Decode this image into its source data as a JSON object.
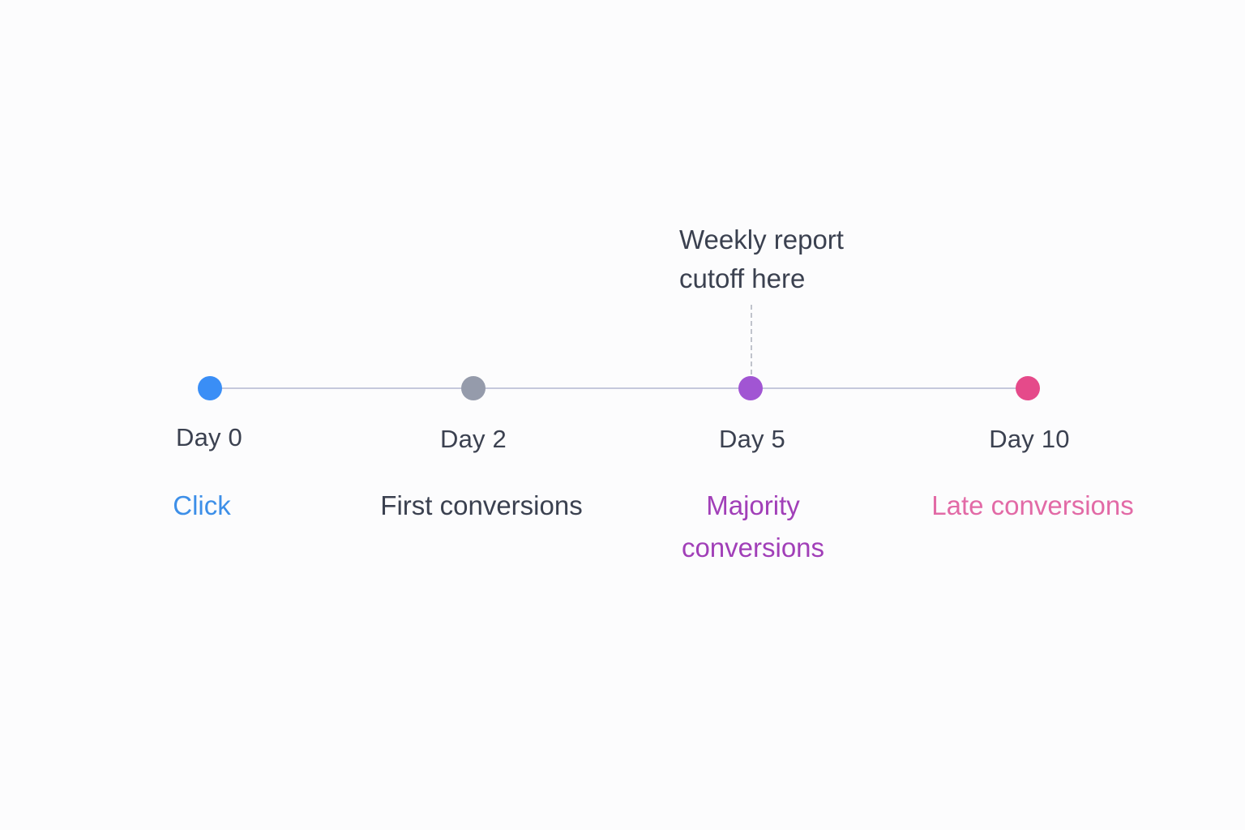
{
  "annotation": {
    "line1": "Weekly report",
    "line2": "cutoff here"
  },
  "milestones": [
    {
      "day": "Day 0",
      "event": "Click",
      "event_line2": "",
      "color": "#3a8ef6",
      "text_color": "#3d8fe8"
    },
    {
      "day": "Day 2",
      "event": "First conversions",
      "event_line2": "",
      "color": "#959bab",
      "text_color": "#3b4150"
    },
    {
      "day": "Day 5",
      "event": "Majority",
      "event_line2": "conversions",
      "color": "#a155d3",
      "text_color": "#a13fb8"
    },
    {
      "day": "Day 10",
      "event": "Late conversions",
      "event_line2": "",
      "color": "#e54a8a",
      "text_color": "#e26aa6"
    }
  ],
  "colors": {
    "line": "#c5c8dc",
    "cutoff_marker": "#c0c3cc",
    "background": "#fcfcfd"
  }
}
